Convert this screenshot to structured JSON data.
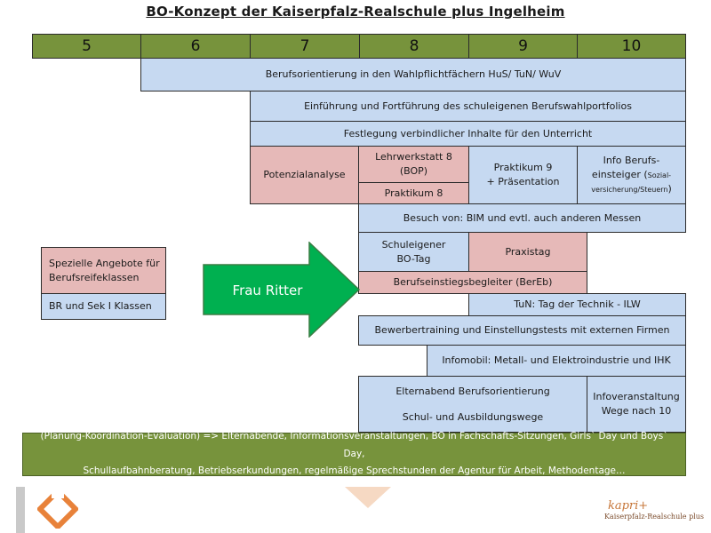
{
  "title": "BO-Konzept der Kaiserpfalz-Realschule plus Ingelheim",
  "grades": [
    "5",
    "6",
    "7",
    "8",
    "9",
    "10"
  ],
  "blocks": {
    "wahlpflicht": "Berufsorientierung in den Wahlpflichtfächern HuS/ TuN/ WuV",
    "portfolio": "Einführung und Fortführung des schuleigenen Berufswahlportfolios",
    "festlegung": "Festlegung verbindlicher Inhalte für den Unterricht",
    "potenzial": "Potenzialanalyse",
    "lehrwerkstatt_1": "Lehrwerkstatt 8",
    "lehrwerkstatt_2": "(BOP)",
    "praktikum8": "Praktikum 8",
    "praktikum9_1": "Praktikum 9",
    "praktikum9_2": "+ Präsentation",
    "info_1": "Info Berufs-",
    "info_2": "einsteiger (",
    "info_small_1": "Sozial-",
    "info_small_2": "versicherung/Steuern",
    "info_close": ")",
    "besuch": "Besuch von: BIM und evtl. auch anderen Messen",
    "bo_tag_1": "Schuleigener",
    "bo_tag_2": "BO-Tag",
    "praxistag": "Praxistag",
    "bereb": "Berufseinstiegsbegleiter (BerEb)",
    "tun": "TuN: Tag der Technik - ILW",
    "bewerber": "Bewerbertraining und Einstellungstests mit externen Firmen",
    "infomobil": "Infomobil: Metall- und Elektroindustrie und IHK",
    "elternabend_1": "Elternabend Berufsorientierung",
    "elternabend_2": "Schul- und Ausbildungswege",
    "infoveranst_1": "Infoveranstaltung",
    "infoveranst_2": "Wege nach 10",
    "spezielle_1": "Spezielle Angebote für",
    "spezielle_2": "Berufsreifeklassen",
    "br_sek": "BR und Sek I Klassen",
    "arrow_label": "Frau Ritter",
    "bottom_1": "(Planung-Koordination-Evaluation) => Elternabende, Informationsveranstaltungen, BO in Fachschafts-Sitzungen, Girls` Day und Boys` Day,",
    "bottom_2": "Schullaufbahnberatung, Betriebserkundungen, regelmäßige Sprechstunden der Agentur für Arbeit, Methodentage…"
  },
  "footer": {
    "logo_main": "kapri+",
    "logo_sub": "Kaiserpfalz-Realschule plus"
  },
  "colors": {
    "grade_green": "#77933c",
    "box_blue": "#c6d9f1",
    "box_pink": "#e6b9b8",
    "arrow_green": "#00b050",
    "logo_orange": "#e8823a"
  }
}
